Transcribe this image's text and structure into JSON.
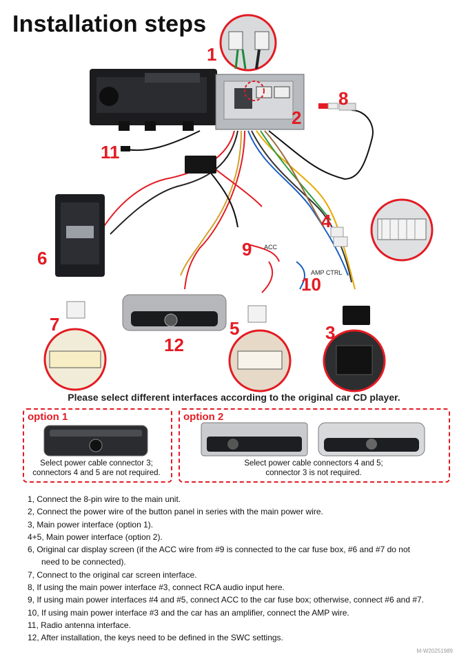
{
  "title": "Installation steps",
  "callouts": {
    "n1": "1",
    "n2": "2",
    "n3": "3",
    "n4": "4",
    "n5": "5",
    "n6": "6",
    "n7": "7",
    "n8": "8",
    "n9": "9",
    "n10": "10",
    "n11": "11",
    "n12": "12"
  },
  "tags": {
    "acc": "ACC",
    "amp": "AMP CTRL"
  },
  "select_note": "Please select different interfaces according to the original car CD player.",
  "options": {
    "option1_title": "option 1",
    "option1_line1": "Select power cable connector 3;",
    "option1_line2": "connectors 4 and 5 are not required.",
    "option2_title": "option 2",
    "option2_line1": "Select power cable connectors 4 and 5;",
    "option2_line2": "connector 3 is not required."
  },
  "steps": [
    "1,   Connect the 8-pin wire to the main unit.",
    "2,   Connect the power wire of the button panel in series with the main power wire.",
    "3,   Main power interface (option 1).",
    "4+5,    Main power interface (option 2).",
    "6,   Original car display screen (if the ACC wire from #9 is connected to the car fuse box, #6 and #7 do not",
    "need to be connected).",
    "7,   Connect to the original car screen interface.",
    "8,   If using the main power interface #3, connect RCA audio input here.",
    "9,   If using main power interfaces #4 and #5, connect ACC to the car fuse box; otherwise, connect #6 and #7.",
    "10,   If using main power interface #3 and the car has an amplifier, connect the AMP wire.",
    "11,   Radio antenna interface.",
    "12,   After installation, the keys need to be defined in the SWC settings."
  ],
  "model_code": "M-W20251989",
  "colors": {
    "accent": "#e31b23"
  }
}
